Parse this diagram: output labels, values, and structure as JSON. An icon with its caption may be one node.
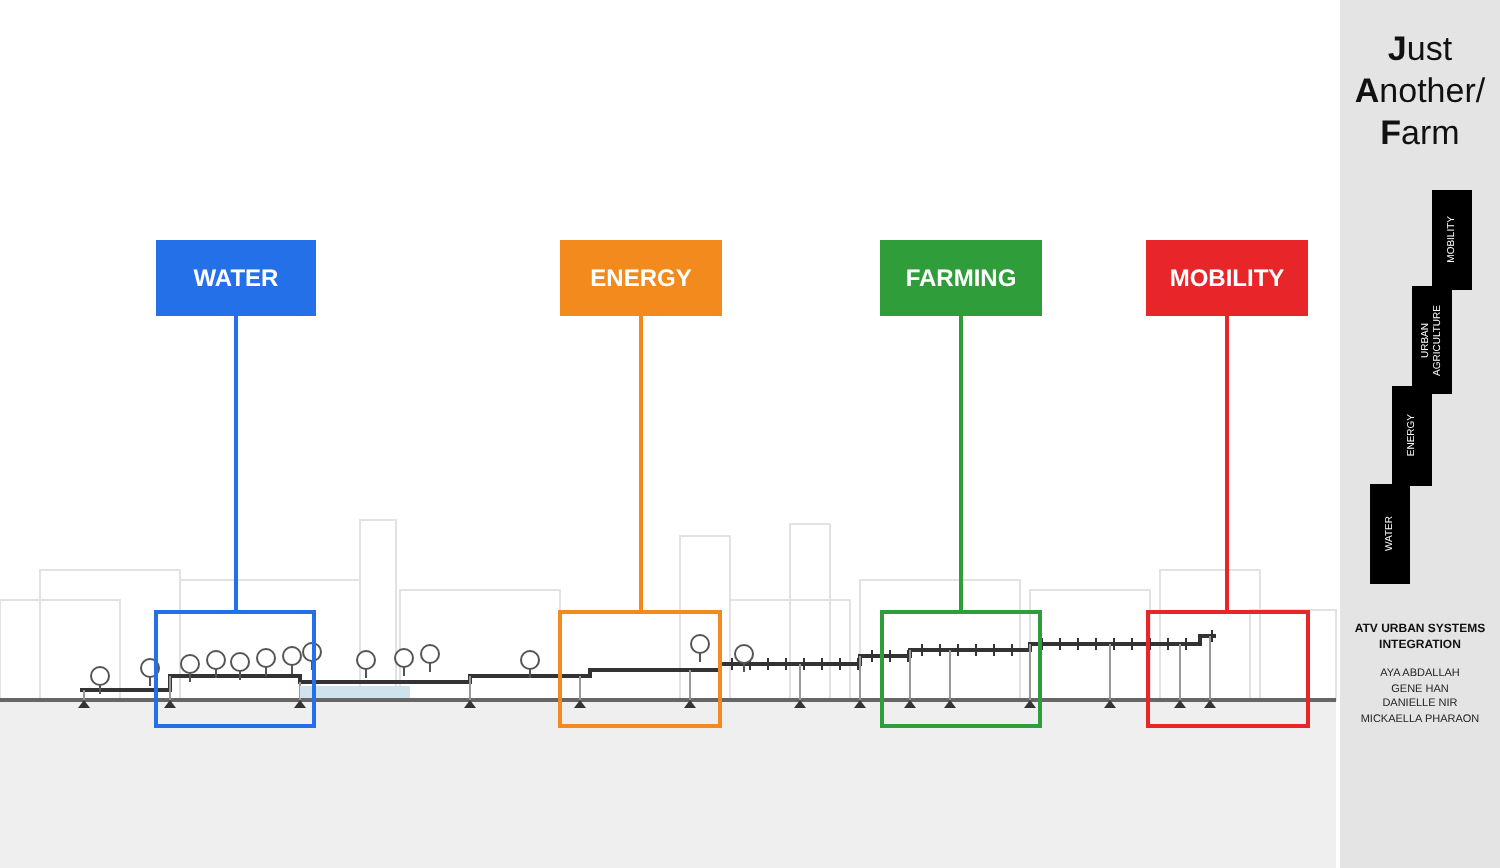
{
  "diagram": {
    "title": "**J**ust **A**nother/ **F**arm",
    "nodes": [
      {
        "text": [
          "WATER"
        ]
      },
      {
        "text": [],
        "shape": "box"
      },
      {
        "text": [
          "ENERGY"
        ]
      },
      {
        "text": [],
        "shape": "box"
      },
      {
        "text": [
          "FARMING"
        ]
      },
      {
        "text": [],
        "shape": "box"
      },
      {
        "text": [
          "MOBILITY"
        ]
      },
      {
        "text": [],
        "shape": "box"
      },
      {
        "text": [
          "MOBILITY"
        ]
      },
      {
        "text": [
          "URBAN AGRICULTURE"
        ]
      },
      {
        "text": [
          "ENERGY"
        ]
      },
      {
        "text": [
          "WATER"
        ]
      }
    ],
    "edges": [
      {
        "from": 0,
        "to": 1,
        "arrow": "none",
        "color": "#2470e8"
      },
      {
        "from": 2,
        "to": 3,
        "arrow": "none",
        "color": "#f28a1e"
      },
      {
        "from": 4,
        "to": 5,
        "arrow": "none",
        "color": "#2f9e3a"
      },
      {
        "from": 6,
        "to": 7,
        "arrow": "none",
        "color": "#e8262a"
      }
    ],
    "labels": [
      "ATV URBAN SYSTEMS INTEGRATION",
      "AYA ABDALLAH",
      "GENE HAN",
      "DANIELLE NIR",
      "MICKAELLA PHARAON"
    ]
  }
}
